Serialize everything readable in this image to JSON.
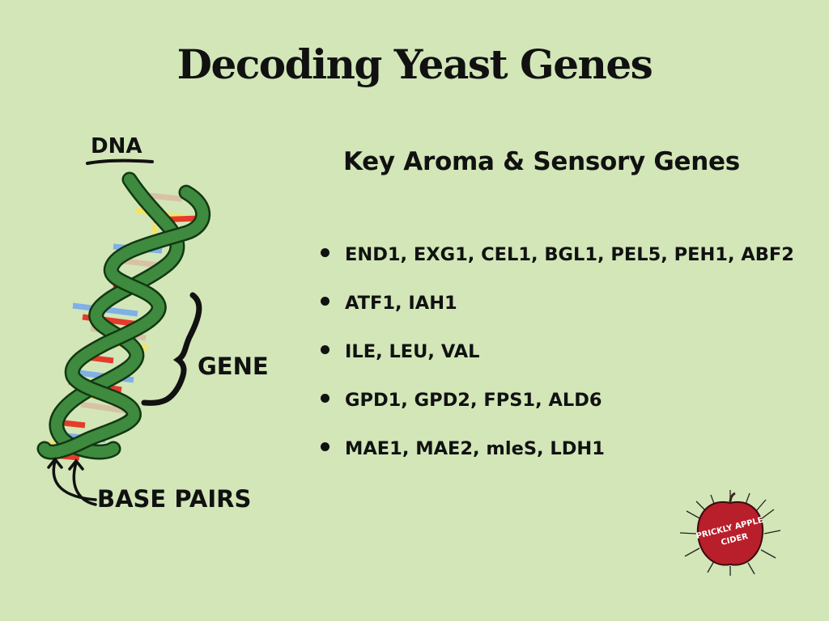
{
  "slide": {
    "title": "Decoding Yeast Genes",
    "subtitle": "Key Aroma & Sensory Genes",
    "bullets": [
      "END1, EXG1, CEL1, BGL1, PEL5, PEH1, ABF2",
      "ATF1, IAH1",
      "ILE, LEU, VAL",
      "GPD1, GPD2, FPS1, ALD6",
      "MAE1, MAE2, mleS, LDH1"
    ]
  },
  "diagram": {
    "dna_label": "DNA",
    "gene_label": "GENE",
    "base_pairs_label": "BASE PAIRS",
    "strand_color": "#3e8a3e",
    "strand_outline": "#123812",
    "base_colors": [
      "#e53b2a",
      "#f3e36a",
      "#7fb0e8",
      "#d8c2a6"
    ]
  },
  "logo": {
    "line1": "PRICKLY APPLE",
    "line2": "CIDER",
    "apple_color": "#b81f2a"
  }
}
